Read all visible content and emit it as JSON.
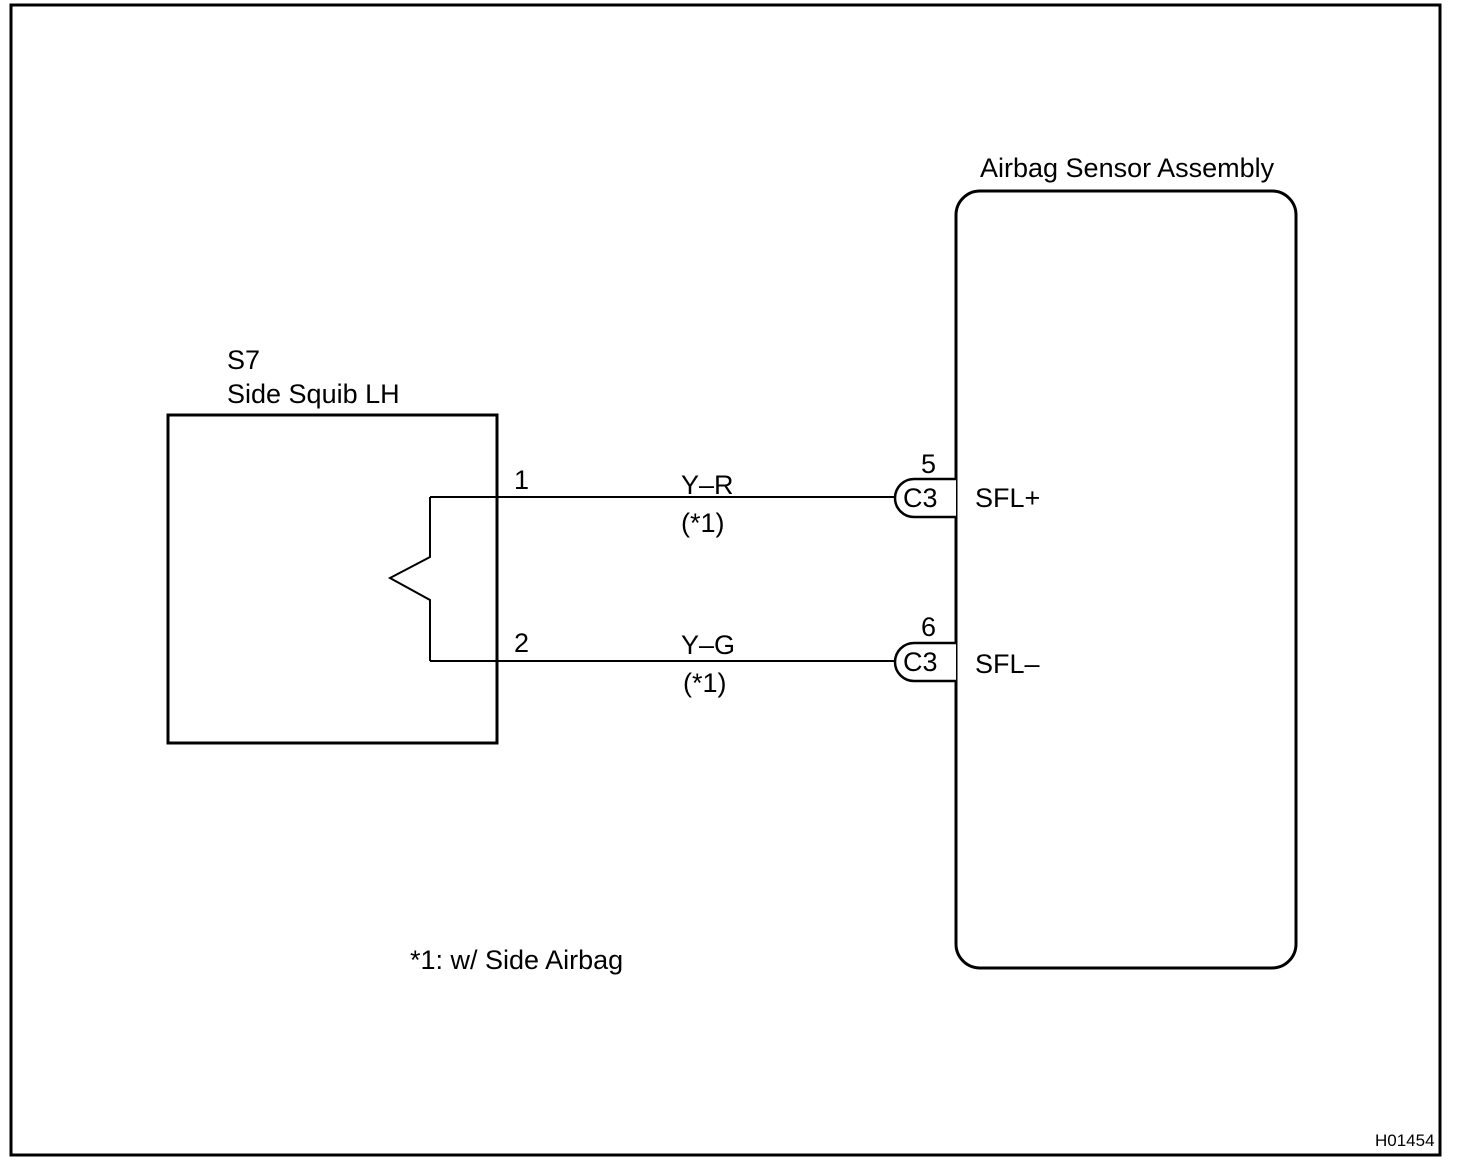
{
  "squib": {
    "code": "S7",
    "name": "Side Squib LH",
    "pin1": "1",
    "pin2": "2"
  },
  "sensor": {
    "name": "Airbag Sensor Assembly",
    "terminal_plus": "SFL+",
    "terminal_minus": "SFL–"
  },
  "wires": [
    {
      "color": "Y–R",
      "note": "(*1)",
      "connector": "C3",
      "pin": "5"
    },
    {
      "color": "Y–G",
      "note": "(*1)",
      "connector": "C3",
      "pin": "6"
    }
  ],
  "footnote": "*1: w/ Side Airbag",
  "figure_id": "H01454"
}
